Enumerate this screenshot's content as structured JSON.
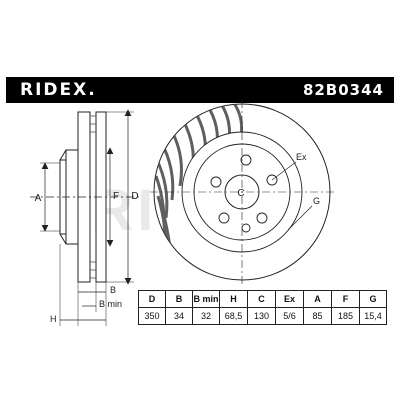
{
  "header": {
    "brand": "RIDEX.",
    "part_number": "82B0344"
  },
  "colors": {
    "header_bg": "#000000",
    "header_text": "#ffffff",
    "drawing_stroke": "#222222",
    "watermark": "#e6e6e6"
  },
  "watermark": "RIDEX.",
  "section_labels": {
    "a": "A",
    "f": "F",
    "d": "D",
    "h": "H",
    "b": "B",
    "b_min": "B min"
  },
  "face_labels": {
    "c": "C",
    "ex": "Ex",
    "g": "G"
  },
  "spec_table": {
    "headers": [
      "D",
      "B",
      "B min",
      "H",
      "C",
      "Ex",
      "A",
      "F",
      "G"
    ],
    "values": [
      "350",
      "34",
      "32",
      "68,5",
      "130",
      "5/6",
      "85",
      "185",
      "15,4"
    ]
  }
}
